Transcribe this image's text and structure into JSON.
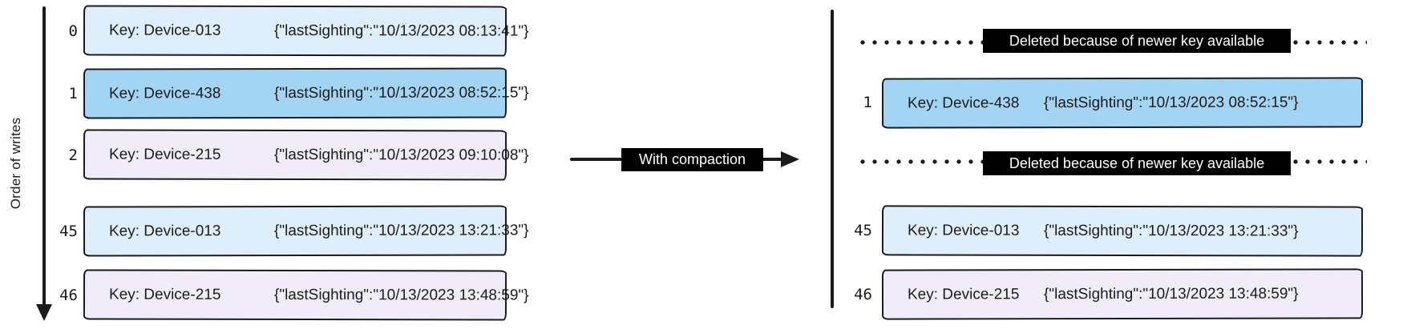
{
  "colors": {
    "ink": "#1b1b1b",
    "lightblue": "#dfeefb",
    "blue": "#a3d5f3",
    "lavender": "#f0edf9",
    "labelbg": "#000000",
    "labelfg": "#ffffff"
  },
  "left": {
    "axis_label": "Order of writes",
    "rows": [
      {
        "index": "0",
        "key": "Key: Device-013",
        "value": "{\"lastSighting\":\"10/13/2023 08:13:41\"}",
        "color": "lightblue"
      },
      {
        "index": "1",
        "key": "Key: Device-438",
        "value": "{\"lastSighting\":\"10/13/2023 08:52:15\"}",
        "color": "blue"
      },
      {
        "index": "2",
        "key": "Key: Device-215",
        "value": "{\"lastSighting\":\"10/13/2023 09:10:08\"}",
        "color": "lavender"
      },
      {
        "index": "45",
        "key": "Key: Device-013",
        "value": "{\"lastSighting\":\"10/13/2023 13:21:33\"}",
        "color": "lightblue"
      },
      {
        "index": "46",
        "key": "Key: Device-215",
        "value": "{\"lastSighting\":\"10/13/2023 13:48:59\"}",
        "color": "lavender"
      }
    ]
  },
  "middle": {
    "arrow_label": "With compaction"
  },
  "right": {
    "deleted_labels": [
      "Deleted because of newer key available",
      "Deleted because of newer key available"
    ],
    "records": [
      {
        "index": "1",
        "key": "Key: Device-438",
        "value": "{\"lastSighting\":\"10/13/2023 08:52:15\"}",
        "color": "blue"
      },
      {
        "index": "45",
        "key": "Key: Device-013",
        "value": "{\"lastSighting\":\"10/13/2023 13:21:33\"}",
        "color": "lightblue"
      },
      {
        "index": "46",
        "key": "Key: Device-215",
        "value": "{\"lastSighting\":\"10/13/2023 13:48:59\"}",
        "color": "lavender"
      }
    ]
  }
}
